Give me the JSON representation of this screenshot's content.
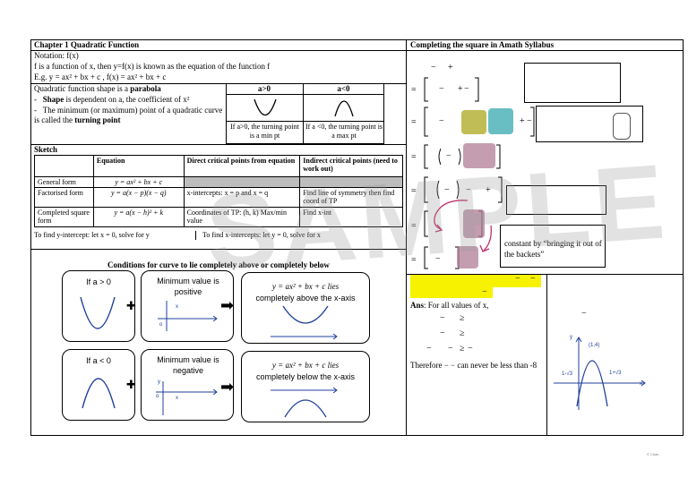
{
  "left": {
    "title": "Chapter 1 Quadratic Function",
    "notation_line": "Notation: f(x)",
    "function_line": "f is a function of x, then y=f(x) is known as the equation of the function f",
    "example_line": "E.g. y = ax² + bx + c , f(x) = ax² + bx + c",
    "shape_intro_prefix": "Quadratic function shape is a ",
    "shape_intro_bold": "parabola",
    "bullet1_bold": "Shape",
    "bullet1_rest": " is dependent on a, the coefficient of x²",
    "bullet2_prefix": "The minimum (or maximum) point of a quadratic curve is called the ",
    "bullet2_bold": "turning point",
    "shape_table": {
      "col1_header": "a>0",
      "col2_header": "a<0",
      "col1_caption": "If a>0, the turning point is a min pt",
      "col2_caption": "If a <0, the turning point is a max pt"
    },
    "sketch_heading": "Sketch",
    "sketch_table": {
      "headers": [
        "",
        "Equation",
        "Direct critical points from equation",
        "Indirect critical points (need to work out)"
      ],
      "rows": [
        [
          "General form",
          "y = ax² + bx + c",
          "",
          ""
        ],
        [
          "Factorised form",
          "y = a(x − p)(x − q)",
          "x-intercepts: x = p and x = q",
          "Find line of symmetry then find coord of TP"
        ],
        [
          "Completed square form",
          "y = a(x − h)² + k",
          "Coordinates of TP: (h, k) Max/min value",
          "Find x-int"
        ]
      ]
    },
    "y_intercept_note": "To find y-intercept: let x = 0, solve for y",
    "x_intercept_note": "To find x-intercepts: let y = 0, solve for x",
    "conditions_title": "Conditions for curve to lie completely above or completely below",
    "cond_row1": {
      "box1": "If a > 0",
      "box2": "Minimum value is positive",
      "box3_line1": "y = ax² + bx + c lies",
      "box3_line2": "completely above the x-axis",
      "axis_label_x": "x",
      "axis_label_o": "o"
    },
    "cond_row2": {
      "box1": "If a < 0",
      "box2": "Minimum value is negative",
      "box3_line1": "y = ax² + bx + c lies",
      "box3_line2": "completely below the x-axis",
      "axis_label_x": "x",
      "axis_label_y": "y",
      "axis_label_o": "o"
    },
    "plus_sign": "✚",
    "arrow": "➡"
  },
  "right": {
    "title": "Completing the square in Amath Syllabus",
    "bracket_note": "constant by “bringing it out of the backets”",
    "ans_label": "Ans",
    "ans_text": ": For all values of x,",
    "therefore_text": "Therefore      −      −     can never be less than -8",
    "graph_labels": {
      "y": "y",
      "tp": "(1,4)",
      "left_root": "1-√3",
      "right_root": "1+√3",
      "x": "x"
    },
    "signs": {
      "eq": "=",
      "minus": "−",
      "plus": "+",
      "ge": "≥"
    }
  },
  "watermark": "SAMPLE",
  "footer": "© Chan",
  "colors": {
    "highlight": "#f7f200",
    "olive": "#b5b13a",
    "teal": "#4fb3b8",
    "mauve": "#b07d96",
    "arrow_red": "#c0306a"
  }
}
